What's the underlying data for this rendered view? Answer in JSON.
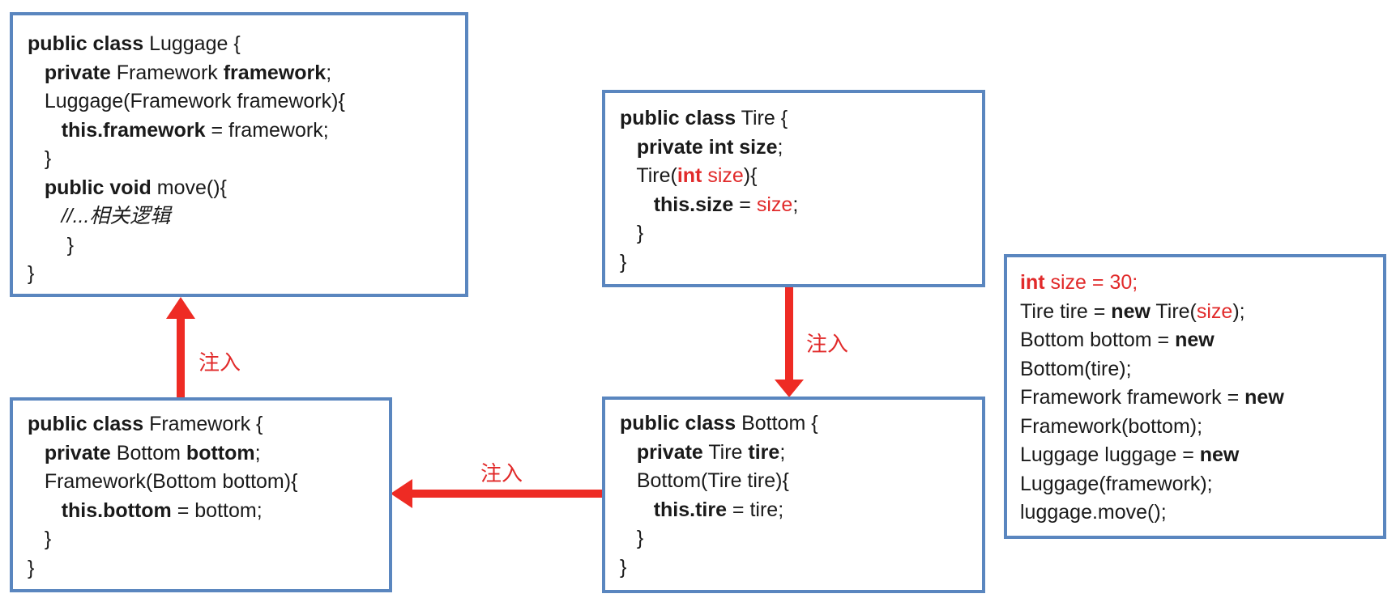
{
  "boxes": {
    "luggage": [
      [
        {
          "t": "public class",
          "s": "b"
        },
        {
          "t": " Luggage {"
        }
      ],
      [
        {
          "t": "   "
        },
        {
          "t": "private",
          "s": "b"
        },
        {
          "t": " Framework "
        },
        {
          "t": "framework",
          "s": "b"
        },
        {
          "t": ";"
        }
      ],
      [
        {
          "t": "   Luggage(Framework framework){"
        }
      ],
      [
        {
          "t": "      "
        },
        {
          "t": "this.framework",
          "s": "b"
        },
        {
          "t": " = framework;"
        }
      ],
      [
        {
          "t": "   }"
        }
      ],
      [
        {
          "t": "   "
        },
        {
          "t": "public void",
          "s": "b"
        },
        {
          "t": " move(){"
        }
      ],
      [
        {
          "t": "      "
        },
        {
          "t": "//...相关逻辑",
          "s": "i"
        }
      ],
      [
        {
          "t": "       }"
        }
      ],
      [
        {
          "t": "}"
        }
      ]
    ],
    "tire": [
      [
        {
          "t": "public class",
          "s": "b"
        },
        {
          "t": " Tire {"
        }
      ],
      [
        {
          "t": "   "
        },
        {
          "t": "private int size",
          "s": "b"
        },
        {
          "t": ";"
        }
      ],
      [
        {
          "t": "   Tire("
        },
        {
          "t": "int",
          "s": "b r"
        },
        {
          "t": " size",
          "s": "r"
        },
        {
          "t": "){"
        }
      ],
      [
        {
          "t": "      "
        },
        {
          "t": "this.size",
          "s": "b"
        },
        {
          "t": " = "
        },
        {
          "t": "size",
          "s": "r"
        },
        {
          "t": ";"
        }
      ],
      [
        {
          "t": "   }"
        }
      ],
      [
        {
          "t": "}"
        }
      ]
    ],
    "framework": [
      [
        {
          "t": "public class",
          "s": "b"
        },
        {
          "t": " Framework {"
        }
      ],
      [
        {
          "t": "   "
        },
        {
          "t": "private",
          "s": "b"
        },
        {
          "t": " Bottom "
        },
        {
          "t": "bottom",
          "s": "b"
        },
        {
          "t": ";"
        }
      ],
      [
        {
          "t": "   Framework(Bottom bottom){"
        }
      ],
      [
        {
          "t": "      "
        },
        {
          "t": "this.bottom",
          "s": "b"
        },
        {
          "t": " = bottom;"
        }
      ],
      [
        {
          "t": "   }"
        }
      ],
      [
        {
          "t": "}"
        }
      ]
    ],
    "bottom": [
      [
        {
          "t": "public class",
          "s": "b"
        },
        {
          "t": " Bottom {"
        }
      ],
      [
        {
          "t": "   "
        },
        {
          "t": "private",
          "s": "b"
        },
        {
          "t": " Tire "
        },
        {
          "t": "tire",
          "s": "b"
        },
        {
          "t": ";"
        }
      ],
      [
        {
          "t": "   Bottom(Tire tire){"
        }
      ],
      [
        {
          "t": "      "
        },
        {
          "t": "this.tire",
          "s": "b"
        },
        {
          "t": " = tire;"
        }
      ],
      [
        {
          "t": "   }"
        }
      ],
      [
        {
          "t": "}"
        }
      ]
    ],
    "main": [
      [
        {
          "t": "int",
          "s": "b r"
        },
        {
          "t": " size = 30;",
          "s": "r"
        }
      ],
      [
        {
          "t": "Tire tire = "
        },
        {
          "t": "new",
          "s": "b"
        },
        {
          "t": " Tire("
        },
        {
          "t": "size",
          "s": "r"
        },
        {
          "t": ");"
        }
      ],
      [
        {
          "t": "Bottom bottom = "
        },
        {
          "t": "new",
          "s": "b"
        }
      ],
      [
        {
          "t": "Bottom(tire);"
        }
      ],
      [
        {
          "t": "Framework framework = "
        },
        {
          "t": "new",
          "s": "b"
        }
      ],
      [
        {
          "t": "Framework(bottom);"
        }
      ],
      [
        {
          "t": "Luggage luggage = "
        },
        {
          "t": "new",
          "s": "b"
        }
      ],
      [
        {
          "t": "Luggage(framework);"
        }
      ],
      [
        {
          "t": "luggage.move();"
        }
      ]
    ]
  },
  "arrow_labels": {
    "framework_to_luggage": "注入",
    "tire_to_bottom": "注入",
    "bottom_to_framework": "注入"
  },
  "colors": {
    "box_border": "#5a86bf",
    "arrow": "#ee2b24",
    "highlight_text": "#e12a2a"
  }
}
